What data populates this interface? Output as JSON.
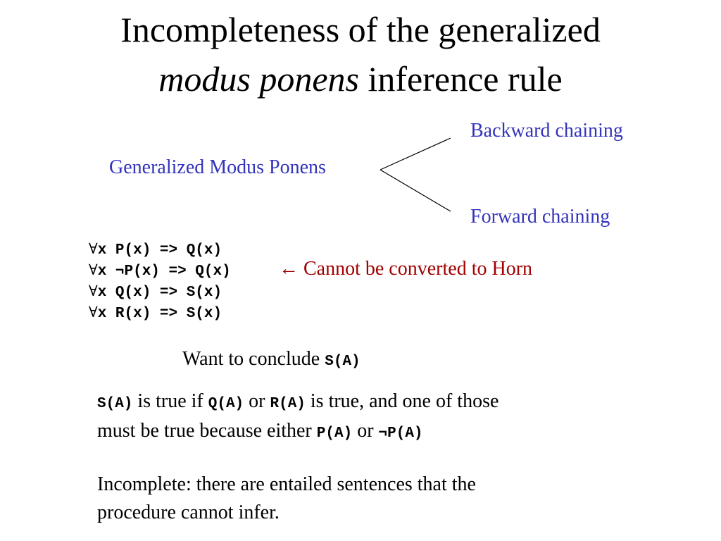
{
  "title": {
    "line1": "Incompleteness of the generalized",
    "line2_italic": "modus ponens",
    "line2_rest": " inference rule"
  },
  "diagram": {
    "root": "Generalized Modus Ponens",
    "branch_top": "Backward chaining",
    "branch_bottom": "Forward chaining"
  },
  "rules": [
    {
      "quantifier": "∀",
      "text": "x P(x) => Q(x)"
    },
    {
      "quantifier": "∀",
      "text": "x ¬P(x) => Q(x)"
    },
    {
      "quantifier": "∀",
      "text": "x Q(x) => S(x)"
    },
    {
      "quantifier": "∀",
      "text": "x R(x) => S(x)"
    }
  ],
  "note": {
    "arrow": "←",
    "text": " Cannot be converted to Horn"
  },
  "want": {
    "text": "Want to conclude ",
    "code": "S(A)"
  },
  "explanation": {
    "c1": "S(A)",
    "t1": " is true if ",
    "c2": "Q(A)",
    "t2": " or ",
    "c3": "R(A)",
    "t3": " is true, and one of those",
    "t4": "must be true because either ",
    "c4": "P(A)",
    "t5": " or ",
    "c5": "¬P(A)"
  },
  "conclusion": {
    "line1": "Incomplete: there are entailed sentences that the",
    "line2": "procedure cannot infer."
  }
}
